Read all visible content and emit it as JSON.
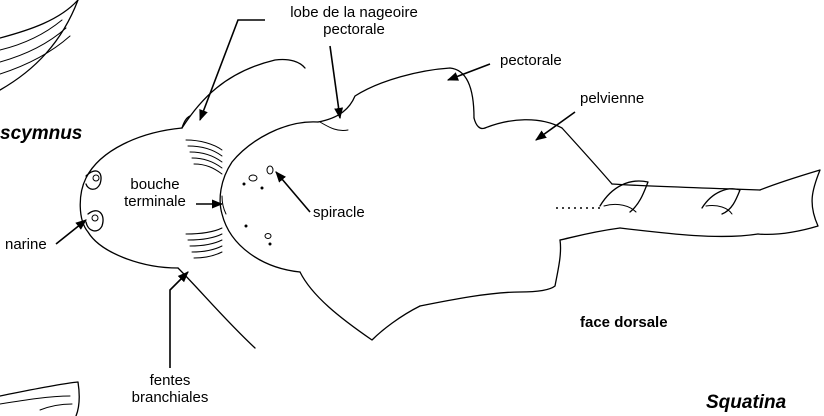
{
  "labels": {
    "lobe_line1": "lobe de la nageoire",
    "lobe_line2": "pectorale",
    "pectorale": "pectorale",
    "pelvienne": "pelvienne",
    "species_left": "scymnus",
    "bouche_line1": "bouche",
    "bouche_line2": "terminale",
    "spiracle": "spiracle",
    "narine": "narine",
    "face": "face dorsale",
    "fentes_line1": "fentes",
    "fentes_line2": "branchiales",
    "species_right": "Squatina"
  },
  "colors": {
    "ink": "#000000",
    "background": "#ffffff"
  }
}
